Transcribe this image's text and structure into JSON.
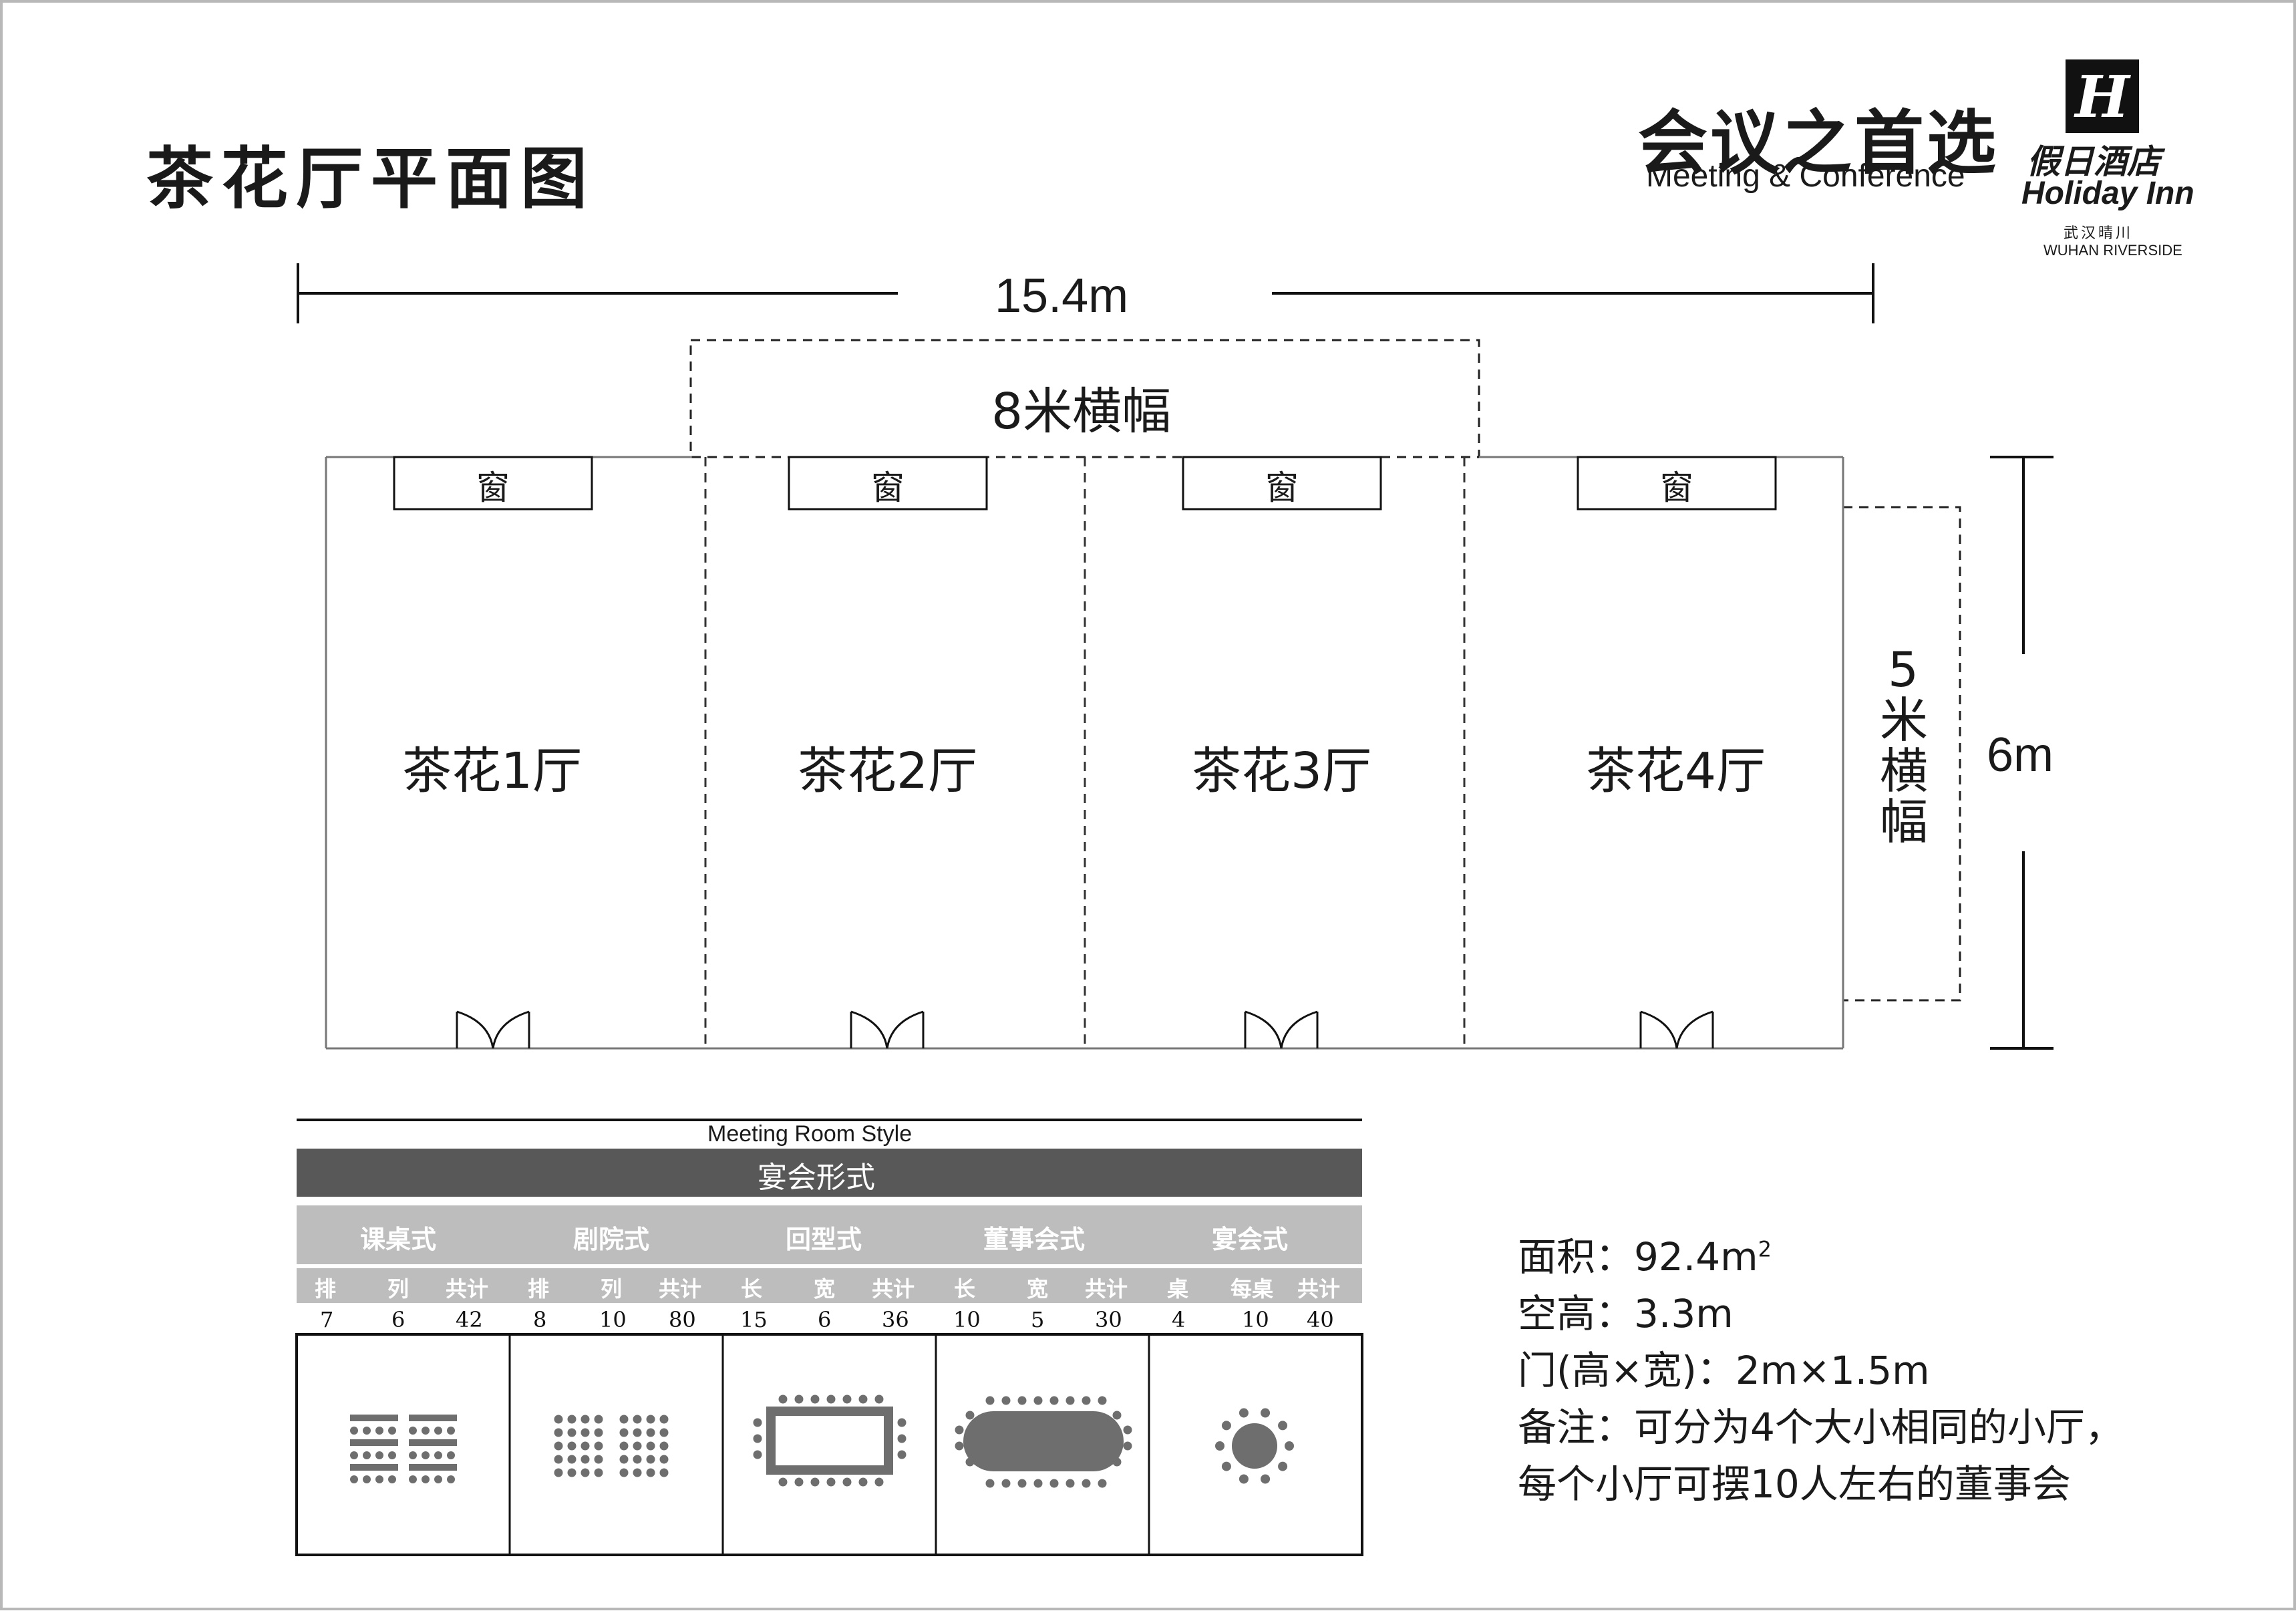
{
  "header": {
    "title": "茶花厅平面图",
    "slogan_cn": "会议之首选",
    "slogan_en": "Meeting & Conference",
    "logo_mark": "H",
    "brand_cn": "假日酒店",
    "brand_en": "Holiday Inn",
    "location_cn": "武汉晴川",
    "location_en": "WUHAN RIVERSIDE"
  },
  "floorplan": {
    "width_label": "15.4m",
    "height_label": "6m",
    "top_banner": "8米横幅",
    "side_banner": [
      "5",
      "米",
      "横",
      "幅"
    ],
    "window_label": "窗",
    "rooms": [
      "茶花1厅",
      "茶花2厅",
      "茶花3厅",
      "茶花4厅"
    ]
  },
  "table": {
    "subtitle": "Meeting Room Style",
    "header": "宴会形式",
    "styles": [
      {
        "name": "课桌式",
        "cols": [
          "排",
          "列",
          "共计"
        ],
        "vals": [
          "7",
          "6",
          "42"
        ],
        "icon": "classroom-layout-icon"
      },
      {
        "name": "剧院式",
        "cols": [
          "排",
          "列",
          "共计"
        ],
        "vals": [
          "8",
          "10",
          "80"
        ],
        "icon": "theater-layout-icon"
      },
      {
        "name": "回型式",
        "cols": [
          "长",
          "宽",
          "共计"
        ],
        "vals": [
          "15",
          "6",
          "36"
        ],
        "icon": "hollow-square-layout-icon"
      },
      {
        "name": "董事会式",
        "cols": [
          "长",
          "宽",
          "共计"
        ],
        "vals": [
          "10",
          "5",
          "30"
        ],
        "icon": "boardroom-layout-icon"
      },
      {
        "name": "宴会式",
        "cols": [
          "桌",
          "每桌",
          "共计"
        ],
        "vals": [
          "4",
          "10",
          "40"
        ],
        "icon": "banquet-layout-icon"
      }
    ]
  },
  "info": {
    "area_label": "面积：92.4m",
    "area_sup": "2",
    "ceiling": "空高：3.3m",
    "door": "门(高×宽)：2m×1.5m",
    "note_line1": "备注：可分为4个大小相同的小厅，",
    "note_line2": "每个小厅可摆10人左右的董事会"
  },
  "colors": {
    "dark_header": "#585858",
    "light_header": "#bdbdbd",
    "icon_gray": "#6e6e6e",
    "ink": "#1a1a1a"
  }
}
